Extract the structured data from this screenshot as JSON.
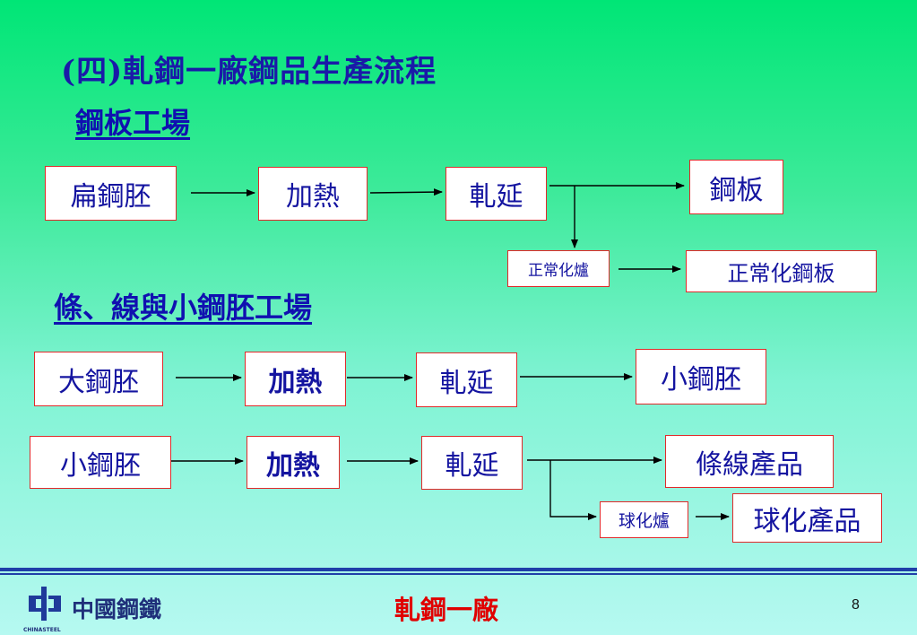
{
  "title": "(四)軋鋼一廠鋼品生產流程",
  "section1": {
    "heading": "鋼板工場",
    "nodes": {
      "slab": "扁鋼胚",
      "heat": "加熱",
      "roll": "軋延",
      "plate": "鋼板",
      "normalizing_furnace": "正常化爐",
      "normalized_plate": "正常化鋼板"
    }
  },
  "section2": {
    "heading": "條、線與小鋼胚工場",
    "row1": {
      "bloom": "大鋼胚",
      "heat": "加熱",
      "roll": "軋延",
      "billet": "小鋼胚"
    },
    "row2": {
      "billet": "小鋼胚",
      "heat": "加熱",
      "roll": "軋延",
      "bar_wire": "條線產品",
      "spheroidizing_furnace": "球化爐",
      "spheroidized": "球化產品"
    }
  },
  "footer": {
    "company": "中國鋼鐵",
    "company_en": "CHINASTEEL",
    "title": "軋鋼一廠",
    "page": "8"
  },
  "colors": {
    "box_border": "#e02a2a",
    "text_blue": "#1414a0",
    "footer_red": "#e00000",
    "rule_blue": "#1f3fa8"
  }
}
